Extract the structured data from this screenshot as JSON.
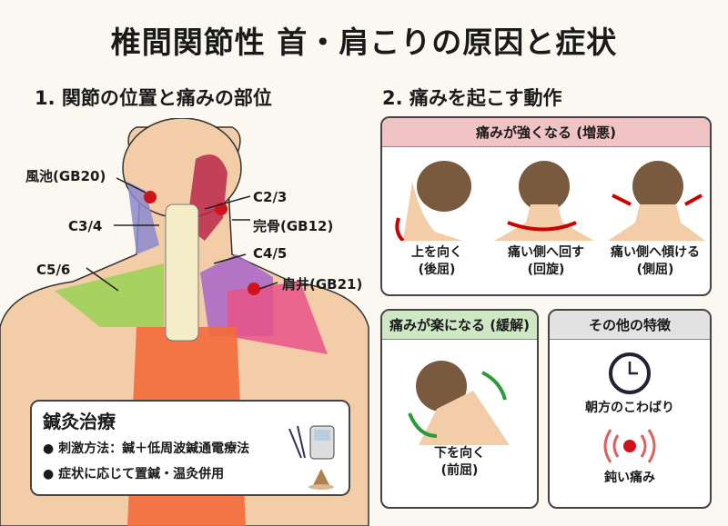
{
  "title": "椎間関節性 首・肩こりの原因と症状",
  "section1": {
    "heading": "1. 関節の位置と痛みの部位",
    "labels": {
      "gb20": "風池(GB20)",
      "c23": "C2/3",
      "c34": "C3/4",
      "gb12": "完骨(GB12)",
      "c45": "C4/5",
      "c56": "C5/6",
      "gb21": "肩井(GB21)"
    },
    "treatment": {
      "title": "鍼灸治療",
      "items": [
        "刺激方法：鍼＋低周波鍼通電療法",
        "症状に応じて置鍼・温灸併用"
      ]
    }
  },
  "section2": {
    "heading": "2. 痛みを起こす動作",
    "aggravating": {
      "header": "痛みが強くなる (増悪)",
      "items": [
        {
          "line1": "上を向く",
          "line2": "(後屈)"
        },
        {
          "line1": "痛い側へ回す",
          "line2": "(回旋)"
        },
        {
          "line1": "痛い側へ傾ける",
          "line2": "(側屈)"
        }
      ]
    },
    "relieving": {
      "header": "痛みが楽になる (緩解)",
      "line1": "下を向く",
      "line2": "(前屈)"
    },
    "other": {
      "header": "その他の特徴",
      "items": [
        "朝方のこわばり",
        "鈍い痛み"
      ]
    }
  },
  "colors": {
    "pink_header": "#f0c4c4",
    "green_header": "#cfe8c4",
    "grey_header": "#e2e2e2",
    "skin": "#f3cda8",
    "red": "#d0121b"
  }
}
